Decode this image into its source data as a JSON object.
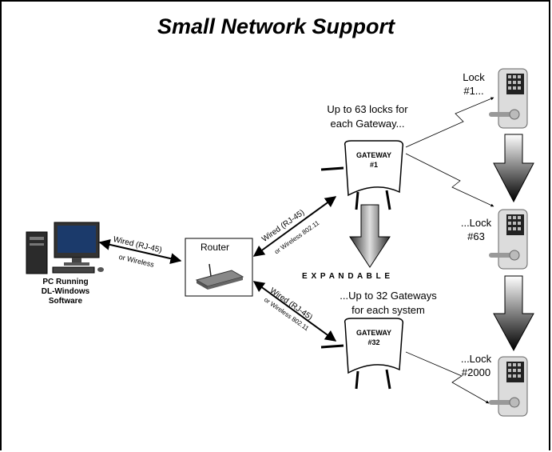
{
  "title": "Small Network Support",
  "pc": {
    "label_lines": [
      "PC Running",
      "DL-Windows",
      "Software"
    ]
  },
  "router": {
    "label": "Router"
  },
  "links": {
    "pc_router": {
      "top": "Wired (RJ-45)",
      "bottom": "or Wireless"
    },
    "router_gw1": {
      "top": "Wired (RJ-45)",
      "bottom": "or Wireless 802.11"
    },
    "router_gw32": {
      "top": "Wired (RJ-45)",
      "bottom": "or Wireless 802.11"
    }
  },
  "gateways": [
    {
      "line1": "GATEWAY",
      "line2": "#1"
    },
    {
      "line1": "GATEWAY",
      "line2": "#32"
    }
  ],
  "locks_note": [
    "Up to 63 locks for",
    "each Gateway..."
  ],
  "gateways_note": [
    "...Up to 32 Gateways",
    "for each system"
  ],
  "expandable": "E X P A N D A B L E",
  "locks": [
    {
      "line1": "Lock",
      "line2": "#1..."
    },
    {
      "line1": "...Lock",
      "line2": "#63"
    },
    {
      "line1": "...Lock",
      "line2": "#2000"
    }
  ],
  "colors": {
    "arrow_dark": "#000000",
    "arrow_light": "#ffffff",
    "line": "#000000"
  }
}
